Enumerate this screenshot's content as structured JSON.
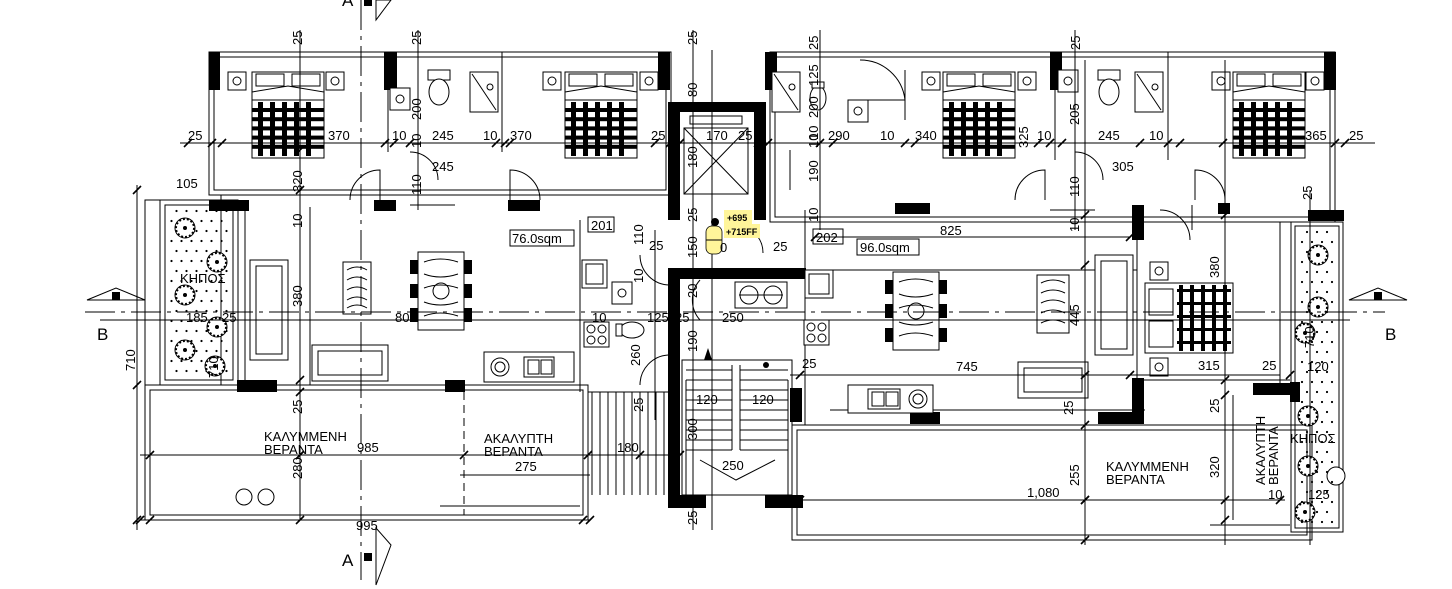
{
  "section_marks": {
    "a": "A",
    "b": "B"
  },
  "apartments": [
    {
      "number": "201",
      "area": "76.0sqm"
    },
    {
      "number": "202",
      "area": "96.0sqm"
    }
  ],
  "labels": {
    "garden": "ΚΗΠΟΣ",
    "covered_veranda_line1": "ΚΑΛΥΜΜΕΝΗ",
    "covered_veranda_line2": "ΒΕΡΑΝΤΑ",
    "open_veranda_line1": "ΑΚΑΛΥΠΤΗ",
    "open_veranda_line2": "ΒΕΡΑΝΤΑ"
  },
  "level_markers": [
    "+695",
    "+715FF",
    "0"
  ],
  "dimensions": {
    "top_row": [
      "25",
      "370",
      "10",
      "245",
      "10",
      "370",
      "25",
      "170",
      "25",
      "10",
      "290",
      "10",
      "340",
      "10",
      "245",
      "10",
      "365",
      "25"
    ],
    "top_verticals": [
      "25",
      "25",
      "25",
      "25",
      "25"
    ],
    "left_side": [
      "105",
      "185",
      "25",
      "380",
      "710",
      "710",
      "320",
      "10",
      "25",
      "280"
    ],
    "apartment_201": [
      "200",
      "10",
      "110",
      "245",
      "805",
      "10",
      "10",
      "125",
      "25",
      "260",
      "190"
    ],
    "core": [
      "80",
      "180",
      "25",
      "110",
      "150",
      "25",
      "20",
      "25",
      "250",
      "120",
      "120",
      "300",
      "250",
      "25",
      "25"
    ],
    "apartment_202": [
      "125",
      "200",
      "10",
      "190",
      "10",
      "825",
      "25",
      "745",
      "25",
      "325",
      "205",
      "110",
      "305",
      "10",
      "380",
      "445",
      "315",
      "25",
      "120",
      "710"
    ],
    "verandas": [
      "985",
      "275",
      "180",
      "995",
      "255",
      "1,080",
      "25",
      "320",
      "10",
      "125",
      "25"
    ]
  }
}
